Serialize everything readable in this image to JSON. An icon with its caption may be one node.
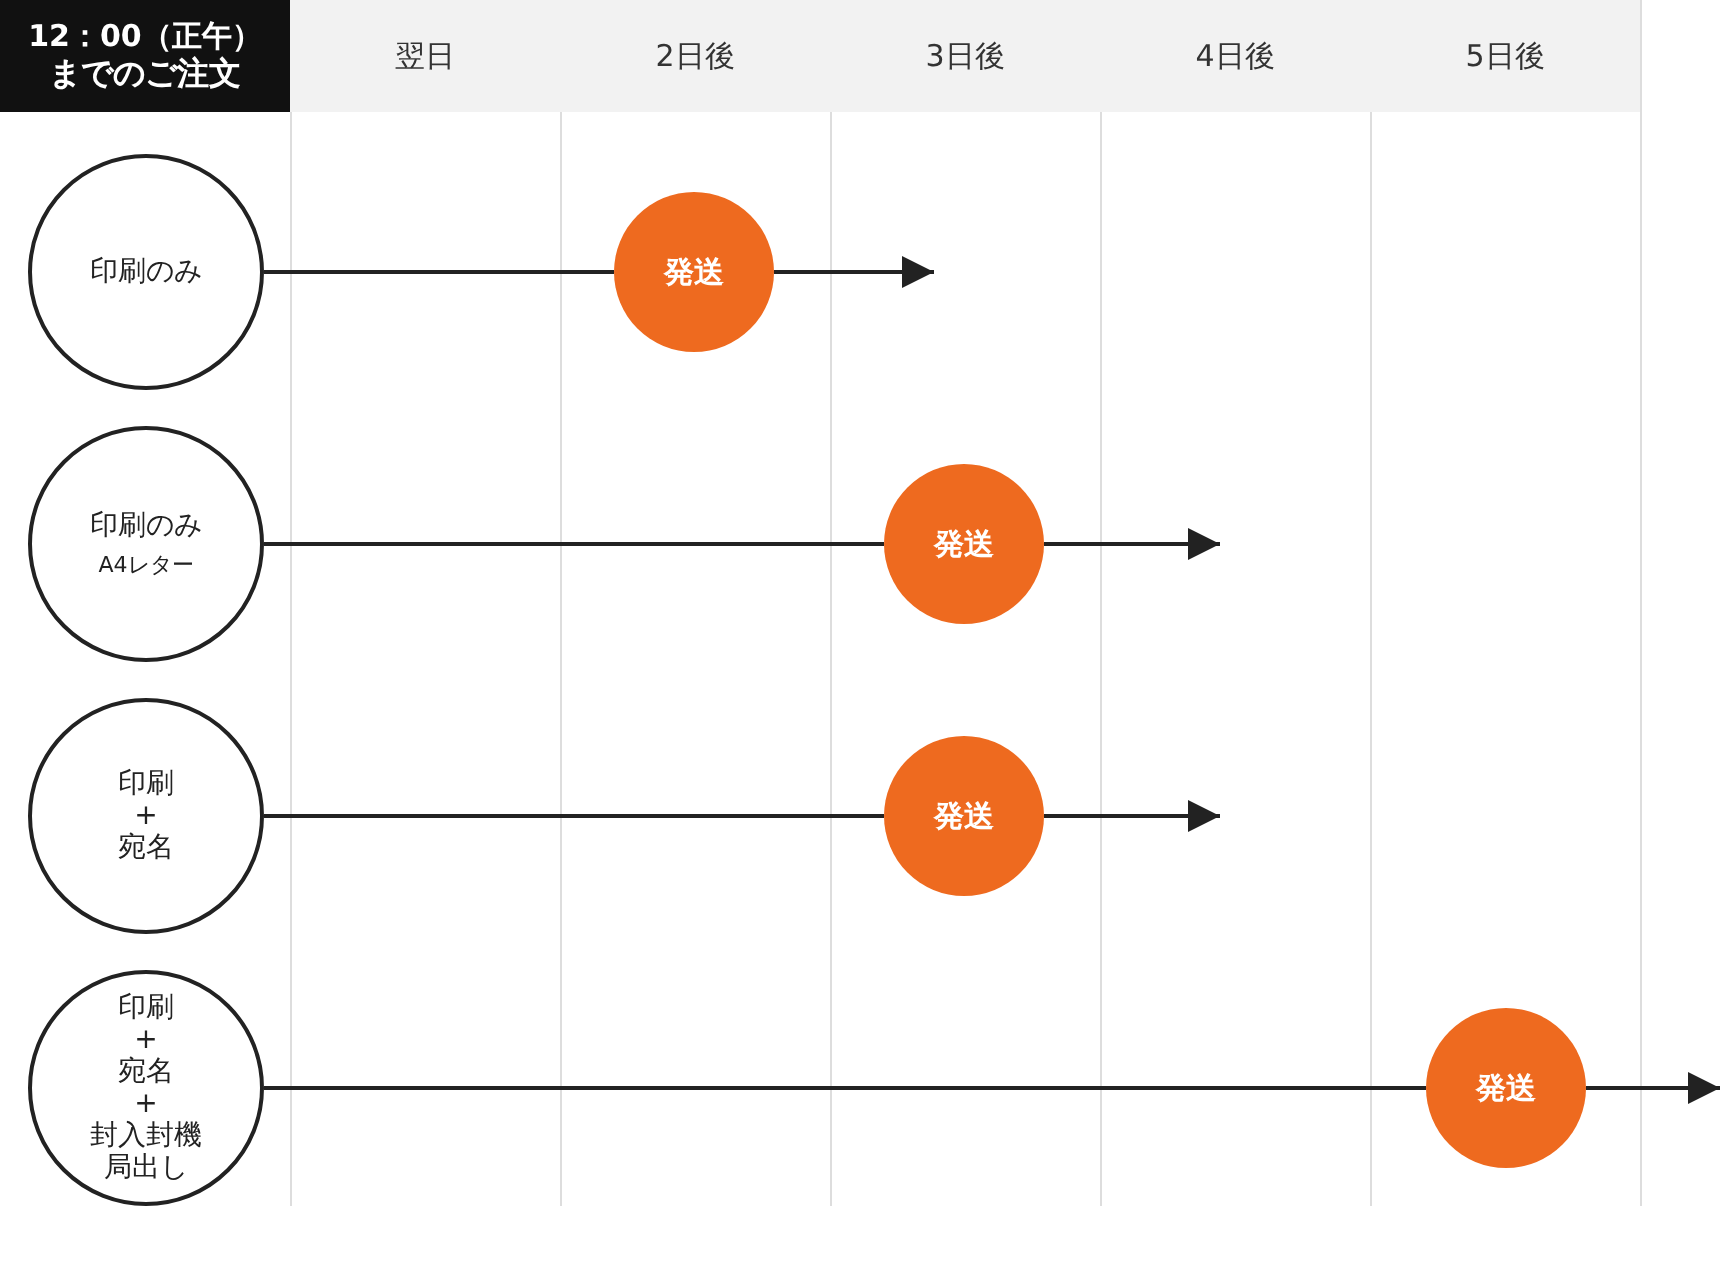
{
  "diagram": {
    "nodes": [
      {
        "text": [
          "12：00（正午）",
          "までのご注文"
        ]
      },
      {
        "text": [
          "翌日"
        ]
      },
      {
        "text": [
          "2日後"
        ]
      },
      {
        "text": [
          "3日後"
        ]
      },
      {
        "text": [
          "4日後"
        ]
      },
      {
        "text": [
          "5日後"
        ]
      },
      {
        "text": [
          "印刷のみ"
        ]
      },
      {
        "text": [
          "印刷のみ",
          "A4レター"
        ]
      },
      {
        "text": [
          "印刷 + 宛名"
        ]
      },
      {
        "text": [
          "印刷 + 宛名 + 封入封機局出し"
        ]
      },
      {
        "text": [
          "発送"
        ]
      },
      {
        "text": [
          "発送"
        ]
      },
      {
        "text": [
          "発送"
        ]
      },
      {
        "text": [
          "発送"
        ]
      }
    ],
    "edges": [
      {
        "from": 6,
        "to": 10,
        "arrow": "none"
      },
      {
        "from": 10,
        "to": null,
        "arrow": "to"
      },
      {
        "from": 7,
        "to": 11,
        "arrow": "none"
      },
      {
        "from": 11,
        "to": null,
        "arrow": "to"
      },
      {
        "from": 8,
        "to": 12,
        "arrow": "none"
      },
      {
        "from": 12,
        "to": null,
        "arrow": "to"
      },
      {
        "from": 9,
        "to": 13,
        "arrow": "none"
      },
      {
        "from": 13,
        "to": null,
        "arrow": "to"
      }
    ]
  }
}
